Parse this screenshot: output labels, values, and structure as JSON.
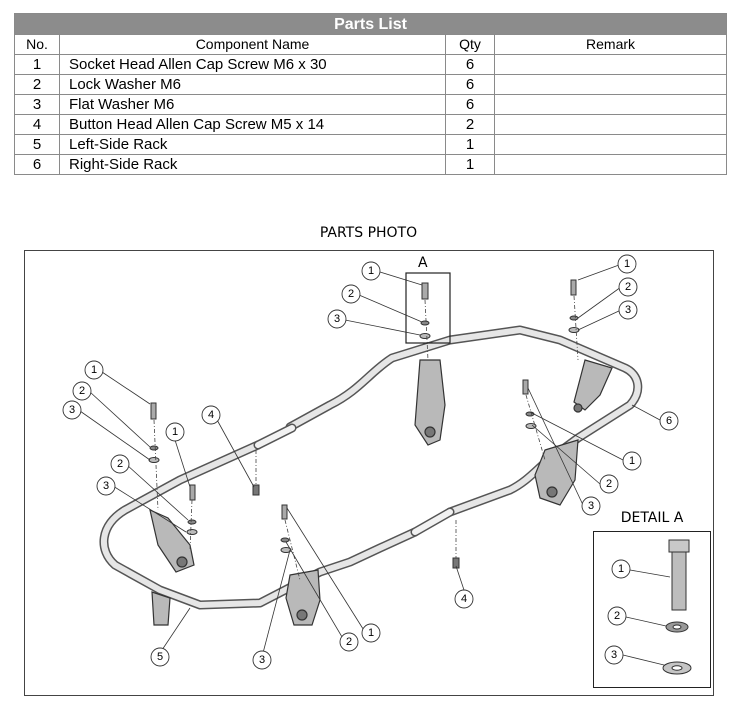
{
  "parts_list": {
    "title": "Parts List",
    "columns": [
      "No.",
      "Component Name",
      "Qty",
      "Remark"
    ],
    "rows": [
      {
        "no": "1",
        "name": "Socket Head Allen Cap Screw M6 x 30",
        "qty": "6",
        "remark": ""
      },
      {
        "no": "2",
        "name": "Lock Washer M6",
        "qty": "6",
        "remark": ""
      },
      {
        "no": "3",
        "name": "Flat Washer M6",
        "qty": "6",
        "remark": ""
      },
      {
        "no": "4",
        "name": "Button Head Allen Cap Screw M5 x 14",
        "qty": "2",
        "remark": ""
      },
      {
        "no": "5",
        "name": "Left-Side Rack",
        "qty": "1",
        "remark": ""
      },
      {
        "no": "6",
        "name": "Right-Side Rack",
        "qty": "1",
        "remark": ""
      }
    ]
  },
  "photo": {
    "title": "PARTS PHOTO",
    "detail_marker": "A",
    "detail_title": "DETAIL A",
    "callouts": [
      "1",
      "2",
      "3",
      "4",
      "5",
      "6"
    ]
  }
}
